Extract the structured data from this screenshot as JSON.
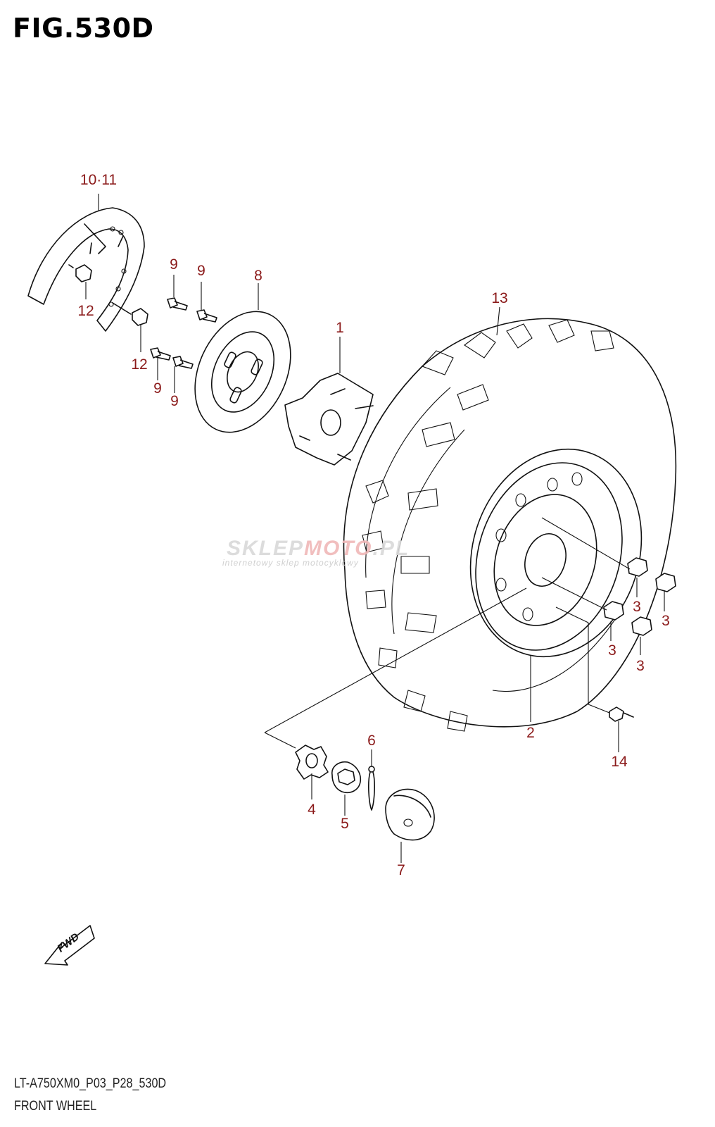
{
  "figure": {
    "title": "FIG.530D"
  },
  "footer": {
    "code": "LT-A750XM0_P03_P28_530D",
    "caption": "FRONT WHEEL"
  },
  "badge": {
    "fwd": "FWD"
  },
  "watermark": {
    "brand_left": "SKLEP",
    "brand_mid": "MOTO",
    "brand_end": ".PL",
    "tagline": "internetowy sklep motocyklowy"
  },
  "callouts": [
    {
      "id": "c-10-11",
      "text": "10·11"
    },
    {
      "id": "c-9a",
      "text": "9"
    },
    {
      "id": "c-9b",
      "text": "9"
    },
    {
      "id": "c-8",
      "text": "8"
    },
    {
      "id": "c-12a",
      "text": "12"
    },
    {
      "id": "c-12b",
      "text": "12"
    },
    {
      "id": "c-9c",
      "text": "9"
    },
    {
      "id": "c-9d",
      "text": "9"
    },
    {
      "id": "c-1",
      "text": "1"
    },
    {
      "id": "c-13",
      "text": "13"
    },
    {
      "id": "c-3a",
      "text": "3"
    },
    {
      "id": "c-3b",
      "text": "3"
    },
    {
      "id": "c-3c",
      "text": "3"
    },
    {
      "id": "c-3d",
      "text": "3"
    },
    {
      "id": "c-2",
      "text": "2"
    },
    {
      "id": "c-14",
      "text": "14"
    },
    {
      "id": "c-6",
      "text": "6"
    },
    {
      "id": "c-4",
      "text": "4"
    },
    {
      "id": "c-5",
      "text": "5"
    },
    {
      "id": "c-7",
      "text": "7"
    }
  ],
  "colors": {
    "callout": "#8b1a1a",
    "line": "#111111",
    "watermark": "#d9d9d9"
  }
}
